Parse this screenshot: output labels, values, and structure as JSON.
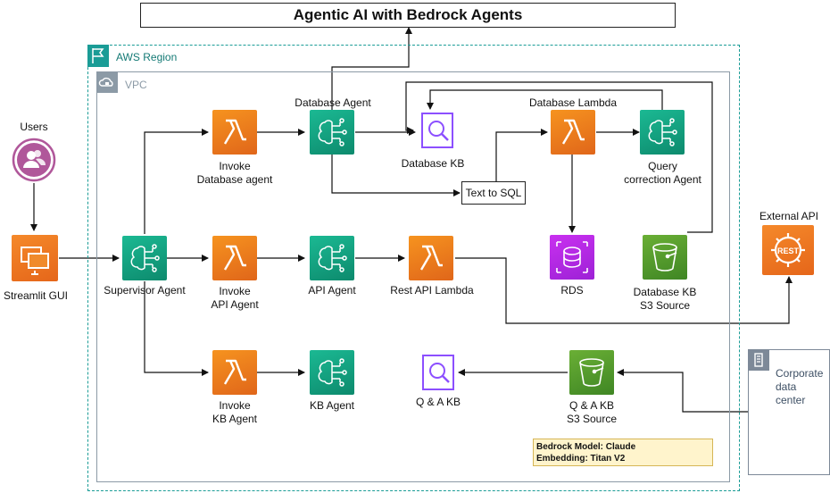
{
  "title": "Agentic AI with Bedrock Agents",
  "region_label": "AWS Region",
  "vpc_label": "VPC",
  "users_label": "Users",
  "streamlit_label": "Streamlit GUI",
  "supervisor_label": "Supervisor Agent",
  "invoke_db_label_1": "Invoke",
  "invoke_db_label_2": "Database agent",
  "database_agent_label": "Database Agent",
  "database_kb_label": "Database KB",
  "text_to_sql_label": "Text to SQL",
  "database_lambda_label": "Database Lambda",
  "query_correction_label_1": "Query",
  "query_correction_label_2": "correction Agent",
  "rds_label": "RDS",
  "db_kb_s3_label_1": "Database KB",
  "db_kb_s3_label_2": "S3 Source",
  "invoke_api_label_1": "Invoke",
  "invoke_api_label_2": "API Agent",
  "api_agent_label": "API Agent",
  "rest_api_lambda_label": "Rest API Lambda",
  "external_api_label": "External API",
  "rest_text": "REST",
  "invoke_kb_label_1": "Invoke",
  "invoke_kb_label_2": "KB Agent",
  "kb_agent_label": "KB Agent",
  "qa_kb_label": "Q & A KB",
  "qa_kb_s3_label_1": "Q & A KB",
  "qa_kb_s3_label_2": "S3 Source",
  "corporate_label": "Corporate data center",
  "model_line_1": "Bedrock Model: Claude",
  "model_line_2": "Embedding: Titan V2",
  "colors": {
    "lambda": "#ed7100",
    "agent": "#01a88d",
    "s3": "#7aa116",
    "rds": "#c925d1",
    "kb": "#8c4fff",
    "region": "#1a9c96",
    "user": "#b0579a"
  }
}
